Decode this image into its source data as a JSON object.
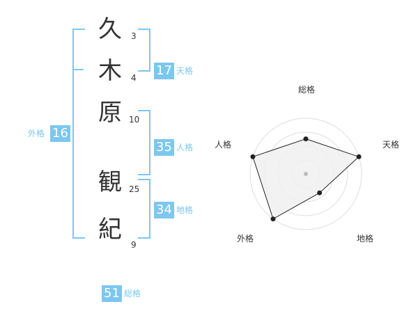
{
  "name": {
    "chars": [
      {
        "char": "久",
        "strokes": "3"
      },
      {
        "char": "木",
        "strokes": "4"
      },
      {
        "char": "原",
        "strokes": "10"
      },
      {
        "char": "観",
        "strokes": "25"
      },
      {
        "char": "紀",
        "strokes": "9"
      }
    ]
  },
  "grades": {
    "tenkaku": {
      "value": "17",
      "label": "天格"
    },
    "jinkaku": {
      "value": "35",
      "label": "人格"
    },
    "chikaku": {
      "value": "34",
      "label": "地格"
    },
    "gaikaku": {
      "value": "16",
      "label": "外格"
    },
    "soukaku": {
      "value": "51",
      "label": "総格"
    }
  },
  "chart_data": {
    "type": "radar",
    "axes": [
      "総格",
      "天格",
      "地格",
      "外格",
      "人格"
    ],
    "values": [
      0.63,
      1.0,
      0.42,
      1.0,
      1.0
    ],
    "range": [
      0,
      1
    ],
    "rings": 4,
    "colors": {
      "fill": "#f0f0f0",
      "stroke": "#222222",
      "ring": "#dddddd",
      "center": "#bbbbbb"
    }
  },
  "colors": {
    "accent": "#7cc7ee",
    "text": "#333333"
  }
}
